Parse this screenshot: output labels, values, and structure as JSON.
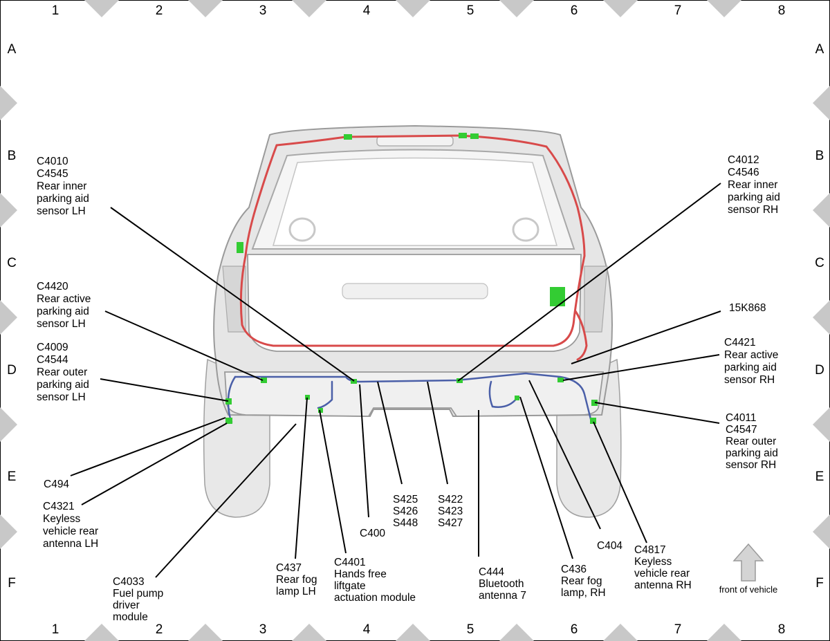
{
  "grid": {
    "columns": [
      "1",
      "2",
      "3",
      "4",
      "5",
      "6",
      "7",
      "8"
    ],
    "rows": [
      "A",
      "B",
      "C",
      "D",
      "E",
      "F"
    ]
  },
  "callouts": {
    "c4010": [
      "C4010",
      "C4545",
      "Rear inner",
      "parking aid",
      "sensor LH"
    ],
    "c4420": [
      "C4420",
      "Rear active",
      "parking aid",
      "sensor LH"
    ],
    "c4009": [
      "C4009",
      "C4544",
      "Rear outer",
      "parking aid",
      "sensor LH"
    ],
    "c494": [
      "C494"
    ],
    "c4321": [
      "C4321",
      "Keyless",
      "vehicle rear",
      "antenna LH"
    ],
    "c4033": [
      "C4033",
      "Fuel pump",
      "driver",
      "module"
    ],
    "c437": [
      "C437",
      "Rear fog",
      "lamp LH"
    ],
    "c4401": [
      "C4401",
      "Hands free",
      "liftgate",
      "actuation module"
    ],
    "c400": [
      "C400"
    ],
    "s425": [
      "S425",
      "S426",
      "S448"
    ],
    "s422": [
      "S422",
      "S423",
      "S427"
    ],
    "c444": [
      "C444",
      "Bluetooth",
      "antenna 7"
    ],
    "c436": [
      "C436",
      "Rear fog",
      "lamp, RH"
    ],
    "c404": [
      "C404"
    ],
    "c4817": [
      "C4817",
      "Keyless",
      "vehicle rear",
      "antenna RH"
    ],
    "c4012": [
      "C4012",
      "C4546",
      "Rear inner",
      "parking aid",
      "sensor RH"
    ],
    "k15868": [
      "15K868"
    ],
    "c4421": [
      "C4421",
      "Rear active",
      "parking aid",
      "sensor RH"
    ],
    "c4011": [
      "C4011",
      "C4547",
      "Rear outer",
      "parking aid",
      "sensor RH"
    ]
  },
  "front_label": "front of vehicle",
  "colors": {
    "harness_red": "#d84a4a",
    "harness_blue": "#4a5fa8",
    "connector_green": "#33cc33",
    "marker_grey": "#c8c8c8",
    "body_grey": "#e4e4e4"
  }
}
